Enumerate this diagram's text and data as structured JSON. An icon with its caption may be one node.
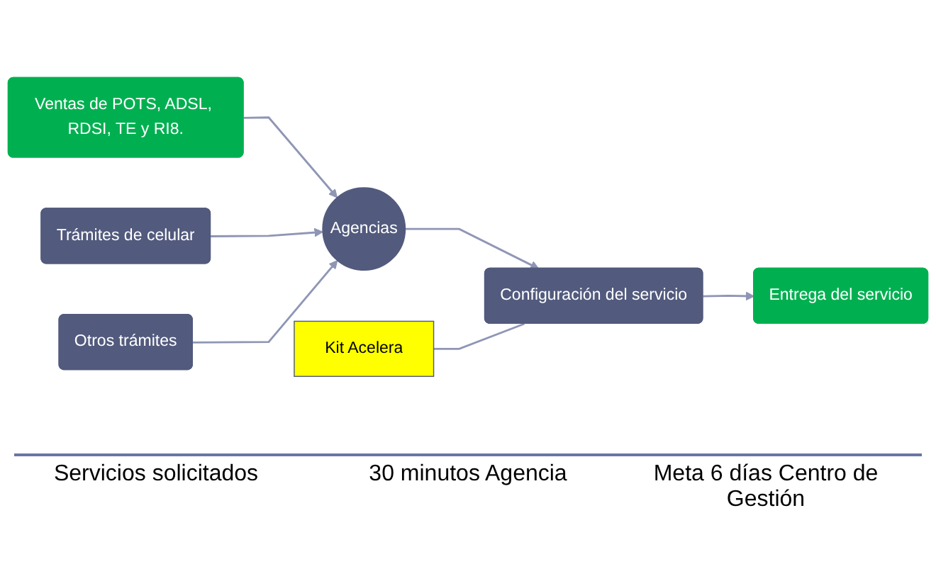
{
  "diagram": {
    "nodes": [
      {
        "text": [
          "Ventas de POTS, ADSL, RDSI, TE y RI8."
        ]
      },
      {
        "text": [
          "Trámites de celular"
        ]
      },
      {
        "text": [
          "Otros trámites"
        ]
      },
      {
        "text": [
          "Agencias"
        ]
      },
      {
        "text": [
          "Configuración del servicio"
        ]
      },
      {
        "text": [
          "Entrega del servicio"
        ]
      },
      {
        "text": [
          "Kit Acelera"
        ]
      }
    ],
    "edges": [
      {
        "from": 0,
        "to": 3,
        "arrow": "to"
      },
      {
        "from": 1,
        "to": 3,
        "arrow": "to"
      },
      {
        "from": 2,
        "to": 3,
        "arrow": "to"
      },
      {
        "from": 3,
        "to": 4,
        "arrow": "to"
      },
      {
        "from": 4,
        "to": 5,
        "arrow": "to"
      },
      {
        "from": 6,
        "to": 4,
        "arrow": "none"
      }
    ],
    "labels": [
      "Servicios solicitados",
      "30 minutos Agencia",
      "Meta 6 días Centro de Gestión"
    ]
  }
}
